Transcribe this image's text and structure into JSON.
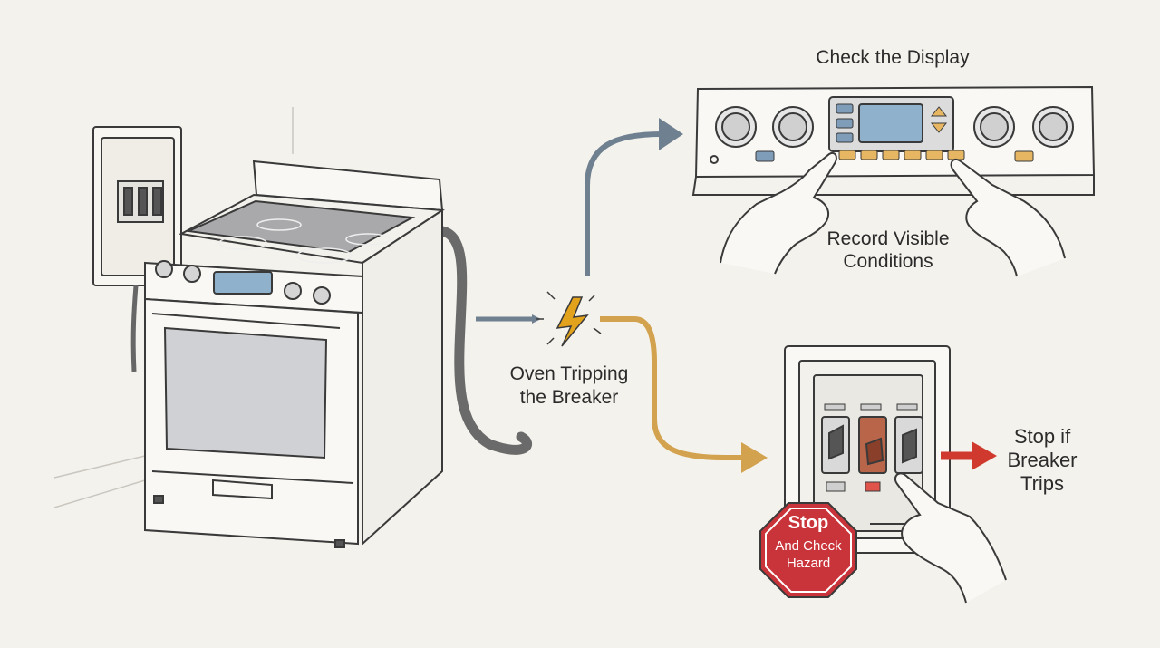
{
  "labels": {
    "check_display": "Check the Display",
    "record_line1": "Record Visible",
    "record_line2": "Conditions",
    "tripping_line1": "Oven Tripping",
    "tripping_line2": "the Breaker",
    "stop_if_line1": "Stop if",
    "stop_if_line2": "Breaker",
    "stop_if_line3": "Trips"
  },
  "stop_sign": {
    "line1": "Stop",
    "line2": "And Check",
    "line3": "Hazard"
  },
  "colors": {
    "background": "#f4f2ec",
    "ink": "#3a3a3a",
    "arrow_display": "#6f8090",
    "arrow_breaker": "#d3a24e",
    "arrow_stop": "#d0392e",
    "stop_sign": "#c9343a",
    "display_screen": "#8fb1cc",
    "bolt": "#e3a21c",
    "tripped_switch": "#b8654a",
    "button_amber": "#e7b662",
    "button_blue": "#7f9cb8"
  },
  "icons": [
    "electric-oven",
    "wall-breaker-panel",
    "oven-control-panel",
    "pointing-hand",
    "lightning-bolt",
    "breaker-panel",
    "stop-sign"
  ]
}
